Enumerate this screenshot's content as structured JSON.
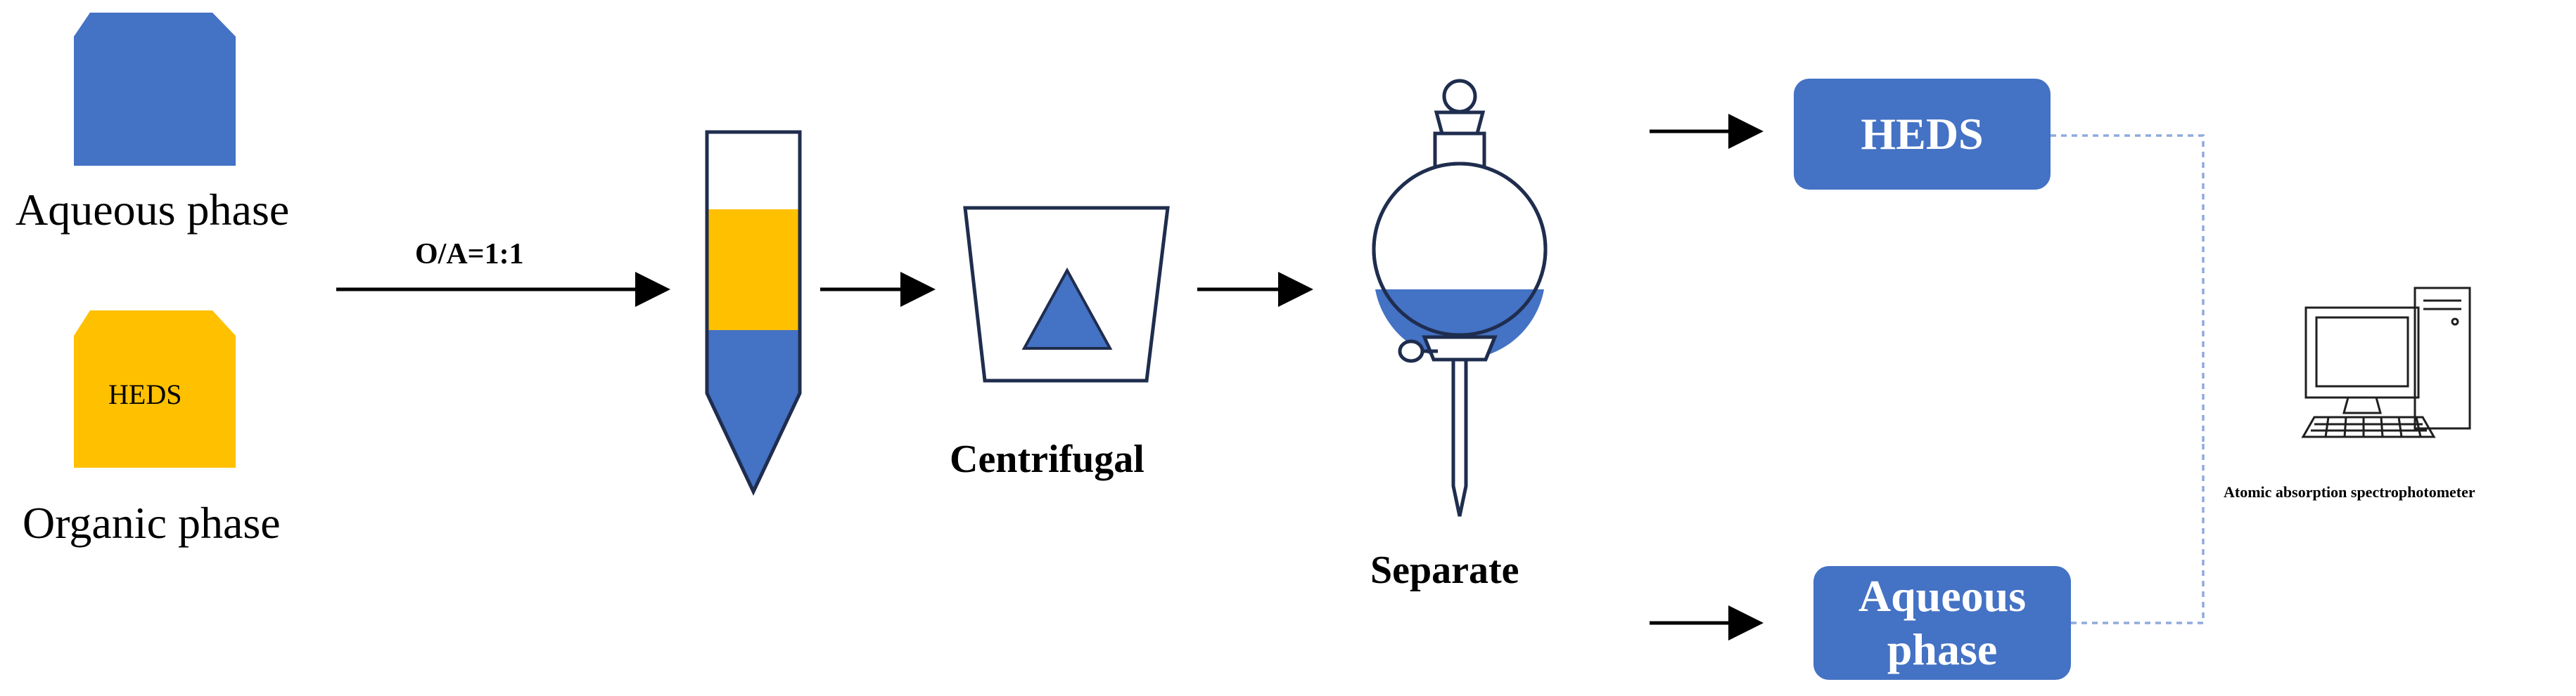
{
  "inputs": {
    "aqueous_label": "Aqueous phase",
    "organic_label": "Organic phase",
    "organic_icon_text": "HEDS"
  },
  "mixing": {
    "ratio_label": "O/A=1:1"
  },
  "centrifuge": {
    "label": "Centrifugal"
  },
  "separation": {
    "label": "Separate"
  },
  "outputs": {
    "heds_label": "HEDS",
    "aqueous_label_line1": "Aqueous",
    "aqueous_label_line2": "phase"
  },
  "instrument": {
    "label": "Atomic absorption spectrophotometer"
  },
  "colors": {
    "blue": "#4472c4",
    "yellow": "#ffc000",
    "outline": "#1f2d4e",
    "arrow": "#000000",
    "connector": "#8faadc"
  }
}
